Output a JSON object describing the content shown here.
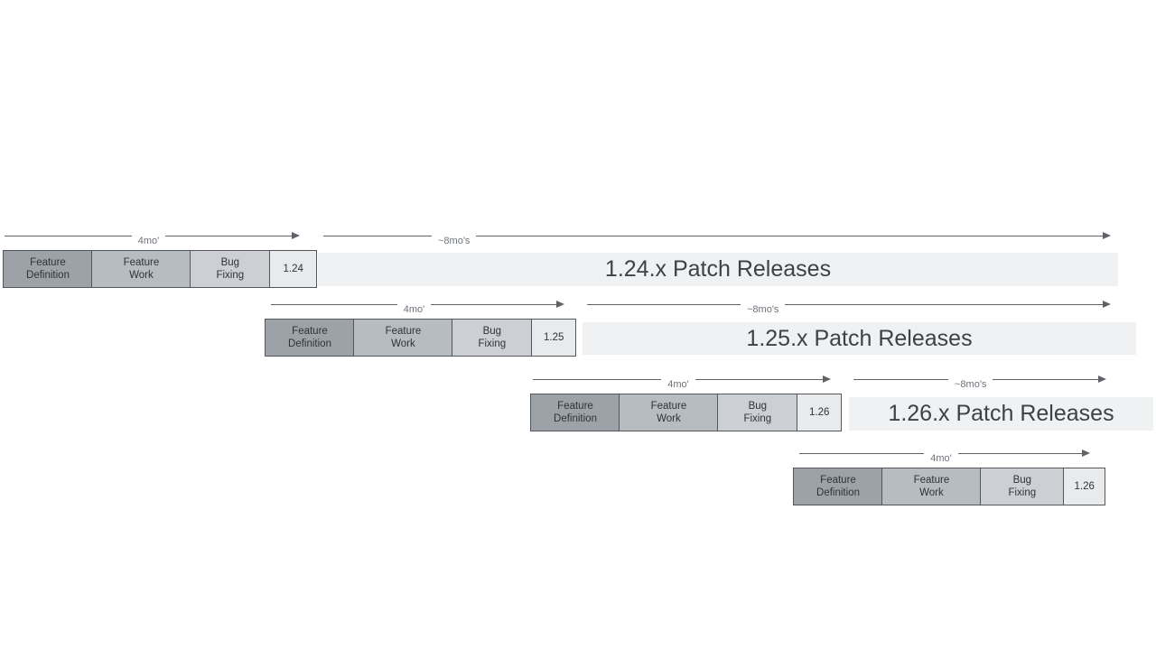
{
  "diagram": {
    "type": "release-cadence-timeline",
    "rows": [
      {
        "dev_duration": "4mo'",
        "patch_duration": "~8mo's",
        "segments": [
          "Feature Definition",
          "Feature Work",
          "Bug Fixing"
        ],
        "version": "1.24",
        "patch_band": "1.24.x Patch Releases"
      },
      {
        "dev_duration": "4mo'",
        "patch_duration": "~8mo's",
        "segments": [
          "Feature Definition",
          "Feature Work",
          "Bug Fixing"
        ],
        "version": "1.25",
        "patch_band": "1.25.x Patch Releases"
      },
      {
        "dev_duration": "4mo'",
        "patch_duration": "~8mo's",
        "segments": [
          "Feature Definition",
          "Feature Work",
          "Bug Fixing"
        ],
        "version": "1.26",
        "patch_band": "1.26.x Patch Releases"
      },
      {
        "dev_duration": "4mo'",
        "segments": [
          "Feature Definition",
          "Feature Work",
          "Bug Fixing"
        ],
        "version": "1.26"
      }
    ],
    "colors": {
      "feature_definition": "#9ca2a8",
      "feature_work": "#b7bcc1",
      "bug_fixing": "#ccd0d4",
      "version_box": "#e8eaec",
      "box_border": "#53575c",
      "band_bg": "#eff1f2",
      "band_text": "#3d4246",
      "arrow": "#5f6368",
      "arrow_label": "#6e737a"
    }
  }
}
